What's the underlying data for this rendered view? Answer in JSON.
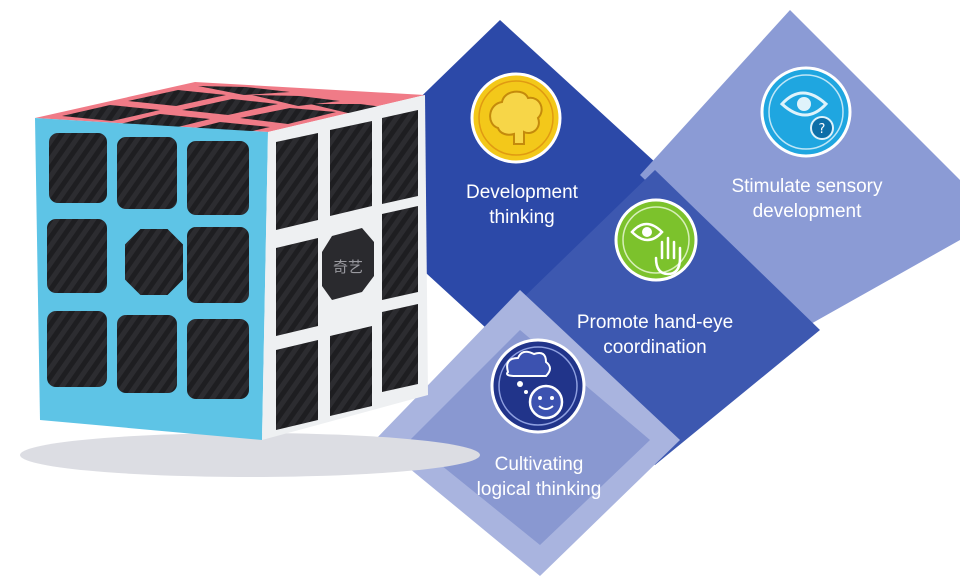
{
  "colors": {
    "diamond_dark": "#2c49a8",
    "diamond_mid": "#4a63b6",
    "diamond_light": "#8897d2",
    "diamond_pale": "#aab5df",
    "cube_blue": "#5ec4e6",
    "cube_pink": "#f07b87",
    "cube_white": "#eef0f2",
    "carbon": "#1f1f22",
    "badge_yellow": "#f3c81a",
    "badge_sky": "#1fa6e0",
    "badge_green": "#7cc22c",
    "badge_navy": "#21348a"
  },
  "cube": {
    "logo_text": "奇艺"
  },
  "features": [
    {
      "line1": "Development",
      "line2": "thinking",
      "icon": "brain-icon"
    },
    {
      "line1": "Stimulate sensory",
      "line2": "development",
      "icon": "eye-question-icon"
    },
    {
      "line1": "Promote hand-eye",
      "line2": "coordination",
      "icon": "eye-hand-icon"
    },
    {
      "line1": "Cultivating",
      "line2": "logical thinking",
      "icon": "thought-face-icon"
    }
  ]
}
